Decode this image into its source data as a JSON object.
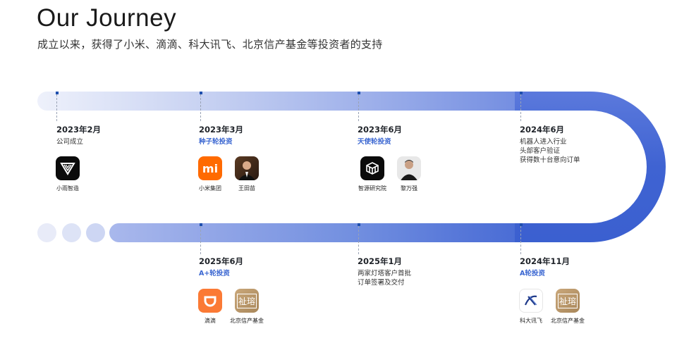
{
  "header": {
    "title": "Our Journey",
    "subtitle": "成立以来，获得了小米、滴滴、科大讯飞、北京信产基金等投资者的支持"
  },
  "colors": {
    "accent_blue": "#3a66d1",
    "track_start": "#eef1fb",
    "track_end": "#3b60d0",
    "marker": "#1e4fae"
  },
  "timeline": {
    "top": [
      {
        "date": "2023年2月",
        "desc": [
          "公司成立"
        ],
        "desc_style": "plain",
        "logos": [
          {
            "name": "小雨智造",
            "icon": "xiaoyu-logo-icon"
          }
        ]
      },
      {
        "date": "2023年3月",
        "desc": [
          "种子轮投资"
        ],
        "desc_style": "blue",
        "logos": [
          {
            "name": "小米集团",
            "icon": "xiaomi-logo-icon"
          },
          {
            "name": "王田苗",
            "icon": "person-photo-icon"
          }
        ]
      },
      {
        "date": "2023年6月",
        "desc": [
          "天使轮投资"
        ],
        "desc_style": "blue",
        "logos": [
          {
            "name": "智源研究院",
            "icon": "baai-logo-icon"
          },
          {
            "name": "黎万强",
            "icon": "person-photo-icon"
          }
        ]
      },
      {
        "date": "2024年6月",
        "desc": [
          "机器人进入行业",
          "头部客户验证",
          "获得数十台意向订单"
        ],
        "desc_style": "plain",
        "logos": []
      }
    ],
    "bottom": [
      {
        "date": "2025年6月",
        "desc": [
          "A+轮投资"
        ],
        "desc_style": "blue",
        "logos": [
          {
            "name": "滴滴",
            "icon": "didi-logo-icon"
          },
          {
            "name": "北京信产基金",
            "icon": "fund-logo-icon"
          }
        ]
      },
      {
        "date": "2025年1月",
        "desc": [
          "两家灯塔客户首批",
          "订单签署及交付"
        ],
        "desc_style": "plain",
        "logos": []
      },
      {
        "date": "2024年11月",
        "desc": [
          "A轮投资"
        ],
        "desc_style": "blue",
        "logos": [
          {
            "name": "科大讯飞",
            "icon": "iflytek-logo-icon"
          },
          {
            "name": "北京信产基金",
            "icon": "fund-logo-icon"
          }
        ]
      }
    ]
  },
  "logo_text": {
    "xiaomi": "mi",
    "fund": "祉瑢"
  }
}
